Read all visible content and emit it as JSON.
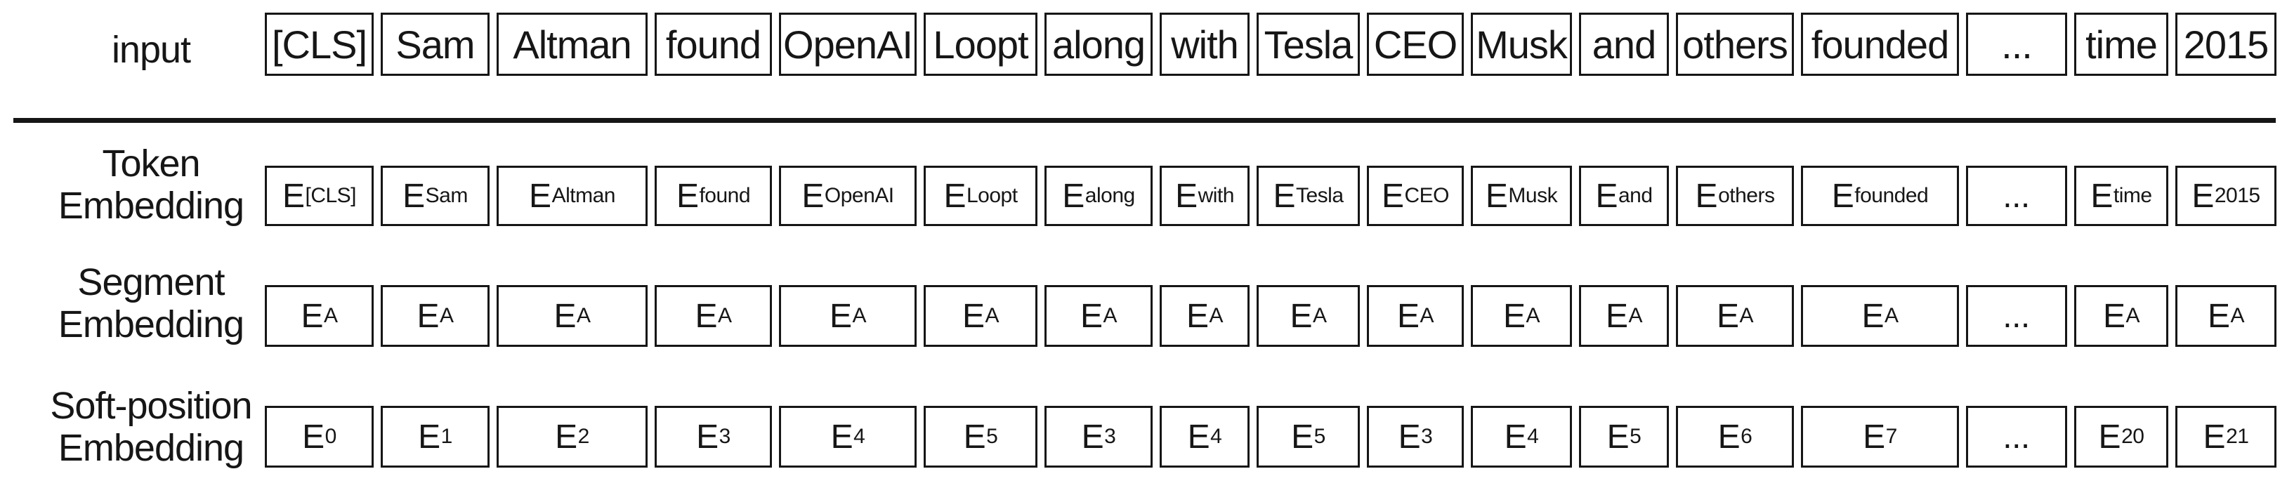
{
  "labels": {
    "input": [
      "input"
    ],
    "token": [
      "Token",
      "Embedding"
    ],
    "segment": [
      "Segment",
      "Embedding"
    ],
    "position": [
      "Soft-position",
      "Embedding"
    ]
  },
  "colors": {
    "ink": "#161616",
    "background": "#ffffff"
  },
  "columns": [
    {
      "input": "[CLS]",
      "token_main": "E",
      "token_sub": "[CLS]",
      "segment_main": "E",
      "segment_sub": "A",
      "position_main": "E",
      "position_sub": "0"
    },
    {
      "input": "Sam",
      "token_main": "E",
      "token_sub": "Sam",
      "segment_main": "E",
      "segment_sub": "A",
      "position_main": "E",
      "position_sub": "1"
    },
    {
      "input": "Altman",
      "token_main": "E",
      "token_sub": "Altman",
      "segment_main": "E",
      "segment_sub": "A",
      "position_main": "E",
      "position_sub": "2"
    },
    {
      "input": "found",
      "token_main": "E",
      "token_sub": "found",
      "segment_main": "E",
      "segment_sub": "A",
      "position_main": "E",
      "position_sub": "3"
    },
    {
      "input": "OpenAI",
      "token_main": "E",
      "token_sub": "OpenAI",
      "segment_main": "E",
      "segment_sub": "A",
      "position_main": "E",
      "position_sub": "4"
    },
    {
      "input": "Loopt",
      "token_main": "E",
      "token_sub": "Loopt",
      "segment_main": "E",
      "segment_sub": "A",
      "position_main": "E",
      "position_sub": "5"
    },
    {
      "input": "along",
      "token_main": "E",
      "token_sub": "along",
      "segment_main": "E",
      "segment_sub": "A",
      "position_main": "E",
      "position_sub": "3"
    },
    {
      "input": "with",
      "token_main": "E",
      "token_sub": "with",
      "segment_main": "E",
      "segment_sub": "A",
      "position_main": "E",
      "position_sub": "4"
    },
    {
      "input": "Tesla",
      "token_main": "E",
      "token_sub": "Tesla",
      "segment_main": "E",
      "segment_sub": "A",
      "position_main": "E",
      "position_sub": "5"
    },
    {
      "input": "CEO",
      "token_main": "E",
      "token_sub": "CEO",
      "segment_main": "E",
      "segment_sub": "A",
      "position_main": "E",
      "position_sub": "3"
    },
    {
      "input": "Musk",
      "token_main": "E",
      "token_sub": "Musk",
      "segment_main": "E",
      "segment_sub": "A",
      "position_main": "E",
      "position_sub": "4"
    },
    {
      "input": "and",
      "token_main": "E",
      "token_sub": "and",
      "segment_main": "E",
      "segment_sub": "A",
      "position_main": "E",
      "position_sub": "5"
    },
    {
      "input": "others",
      "token_main": "E",
      "token_sub": "others",
      "segment_main": "E",
      "segment_sub": "A",
      "position_main": "E",
      "position_sub": "6"
    },
    {
      "input": "founded",
      "token_main": "E",
      "token_sub": "founded",
      "segment_main": "E",
      "segment_sub": "A",
      "position_main": "E",
      "position_sub": "7"
    },
    {
      "input": "...",
      "token_main": "...",
      "token_sub": "",
      "segment_main": "...",
      "segment_sub": "",
      "position_main": "...",
      "position_sub": ""
    },
    {
      "input": "time",
      "token_main": "E",
      "token_sub": "time",
      "segment_main": "E",
      "segment_sub": "A",
      "position_main": "E",
      "position_sub": "20"
    },
    {
      "input": "2015",
      "token_main": "E",
      "token_sub": "2015",
      "segment_main": "E",
      "segment_sub": "A",
      "position_main": "E",
      "position_sub": "21"
    }
  ]
}
